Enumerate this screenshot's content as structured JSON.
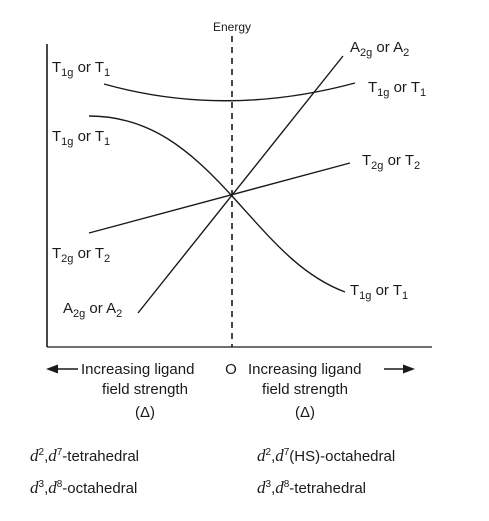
{
  "energy_label": "Energy",
  "center_label": "O",
  "left_axis": {
    "line1": "Increasing ligand",
    "line2": "field strength",
    "line3": "(Δ)"
  },
  "right_axis": {
    "line1": "Increasing ligand",
    "line2": "field strength",
    "line3": "(Δ)"
  },
  "state_labels": {
    "left_top": {
      "a": "T",
      "a_sub": "1g",
      "or": " or ",
      "b": "T",
      "b_sub": "1"
    },
    "left_upper": {
      "a": "T",
      "a_sub": "1g",
      "or": " or ",
      "b": "T",
      "b_sub": "1"
    },
    "left_mid": {
      "a": "T",
      "a_sub": "2g",
      "or": " or ",
      "b": "T",
      "b_sub": "2"
    },
    "left_low": {
      "a": "A",
      "a_sub": "2g",
      "or": " or ",
      "b": "A",
      "b_sub": "2"
    },
    "right_top": {
      "a": "A",
      "a_sub": "2g",
      "or": " or ",
      "b": "A",
      "b_sub": "2"
    },
    "right_upper": {
      "a": "T",
      "a_sub": "1g",
      "or": " or ",
      "b": "T",
      "b_sub": "1"
    },
    "right_mid": {
      "a": "T",
      "a_sub": "2g",
      "or": " or ",
      "b": "T",
      "b_sub": "2"
    },
    "right_low": {
      "a": "T",
      "a_sub": "1g",
      "or": " or ",
      "b": "T",
      "b_sub": "1"
    }
  },
  "footer": {
    "left_1": {
      "d": "d",
      "n1": "2",
      "sep": ",",
      "d2": "d",
      "n2": "7",
      "rest": "-tetrahedral"
    },
    "left_2": {
      "d": "d",
      "n1": "3",
      "sep": ",",
      "d2": "d",
      "n2": "8",
      "rest": "-octahedral"
    },
    "right_1": {
      "d": "d",
      "n1": "2",
      "sep": ",",
      "d2": "d",
      "n2": "7",
      "rest": "(HS)-octahedral"
    },
    "right_2": {
      "d": "d",
      "n1": "3",
      "sep": ",",
      "d2": "d",
      "n2": "8",
      "rest": "-tetrahedral"
    }
  }
}
